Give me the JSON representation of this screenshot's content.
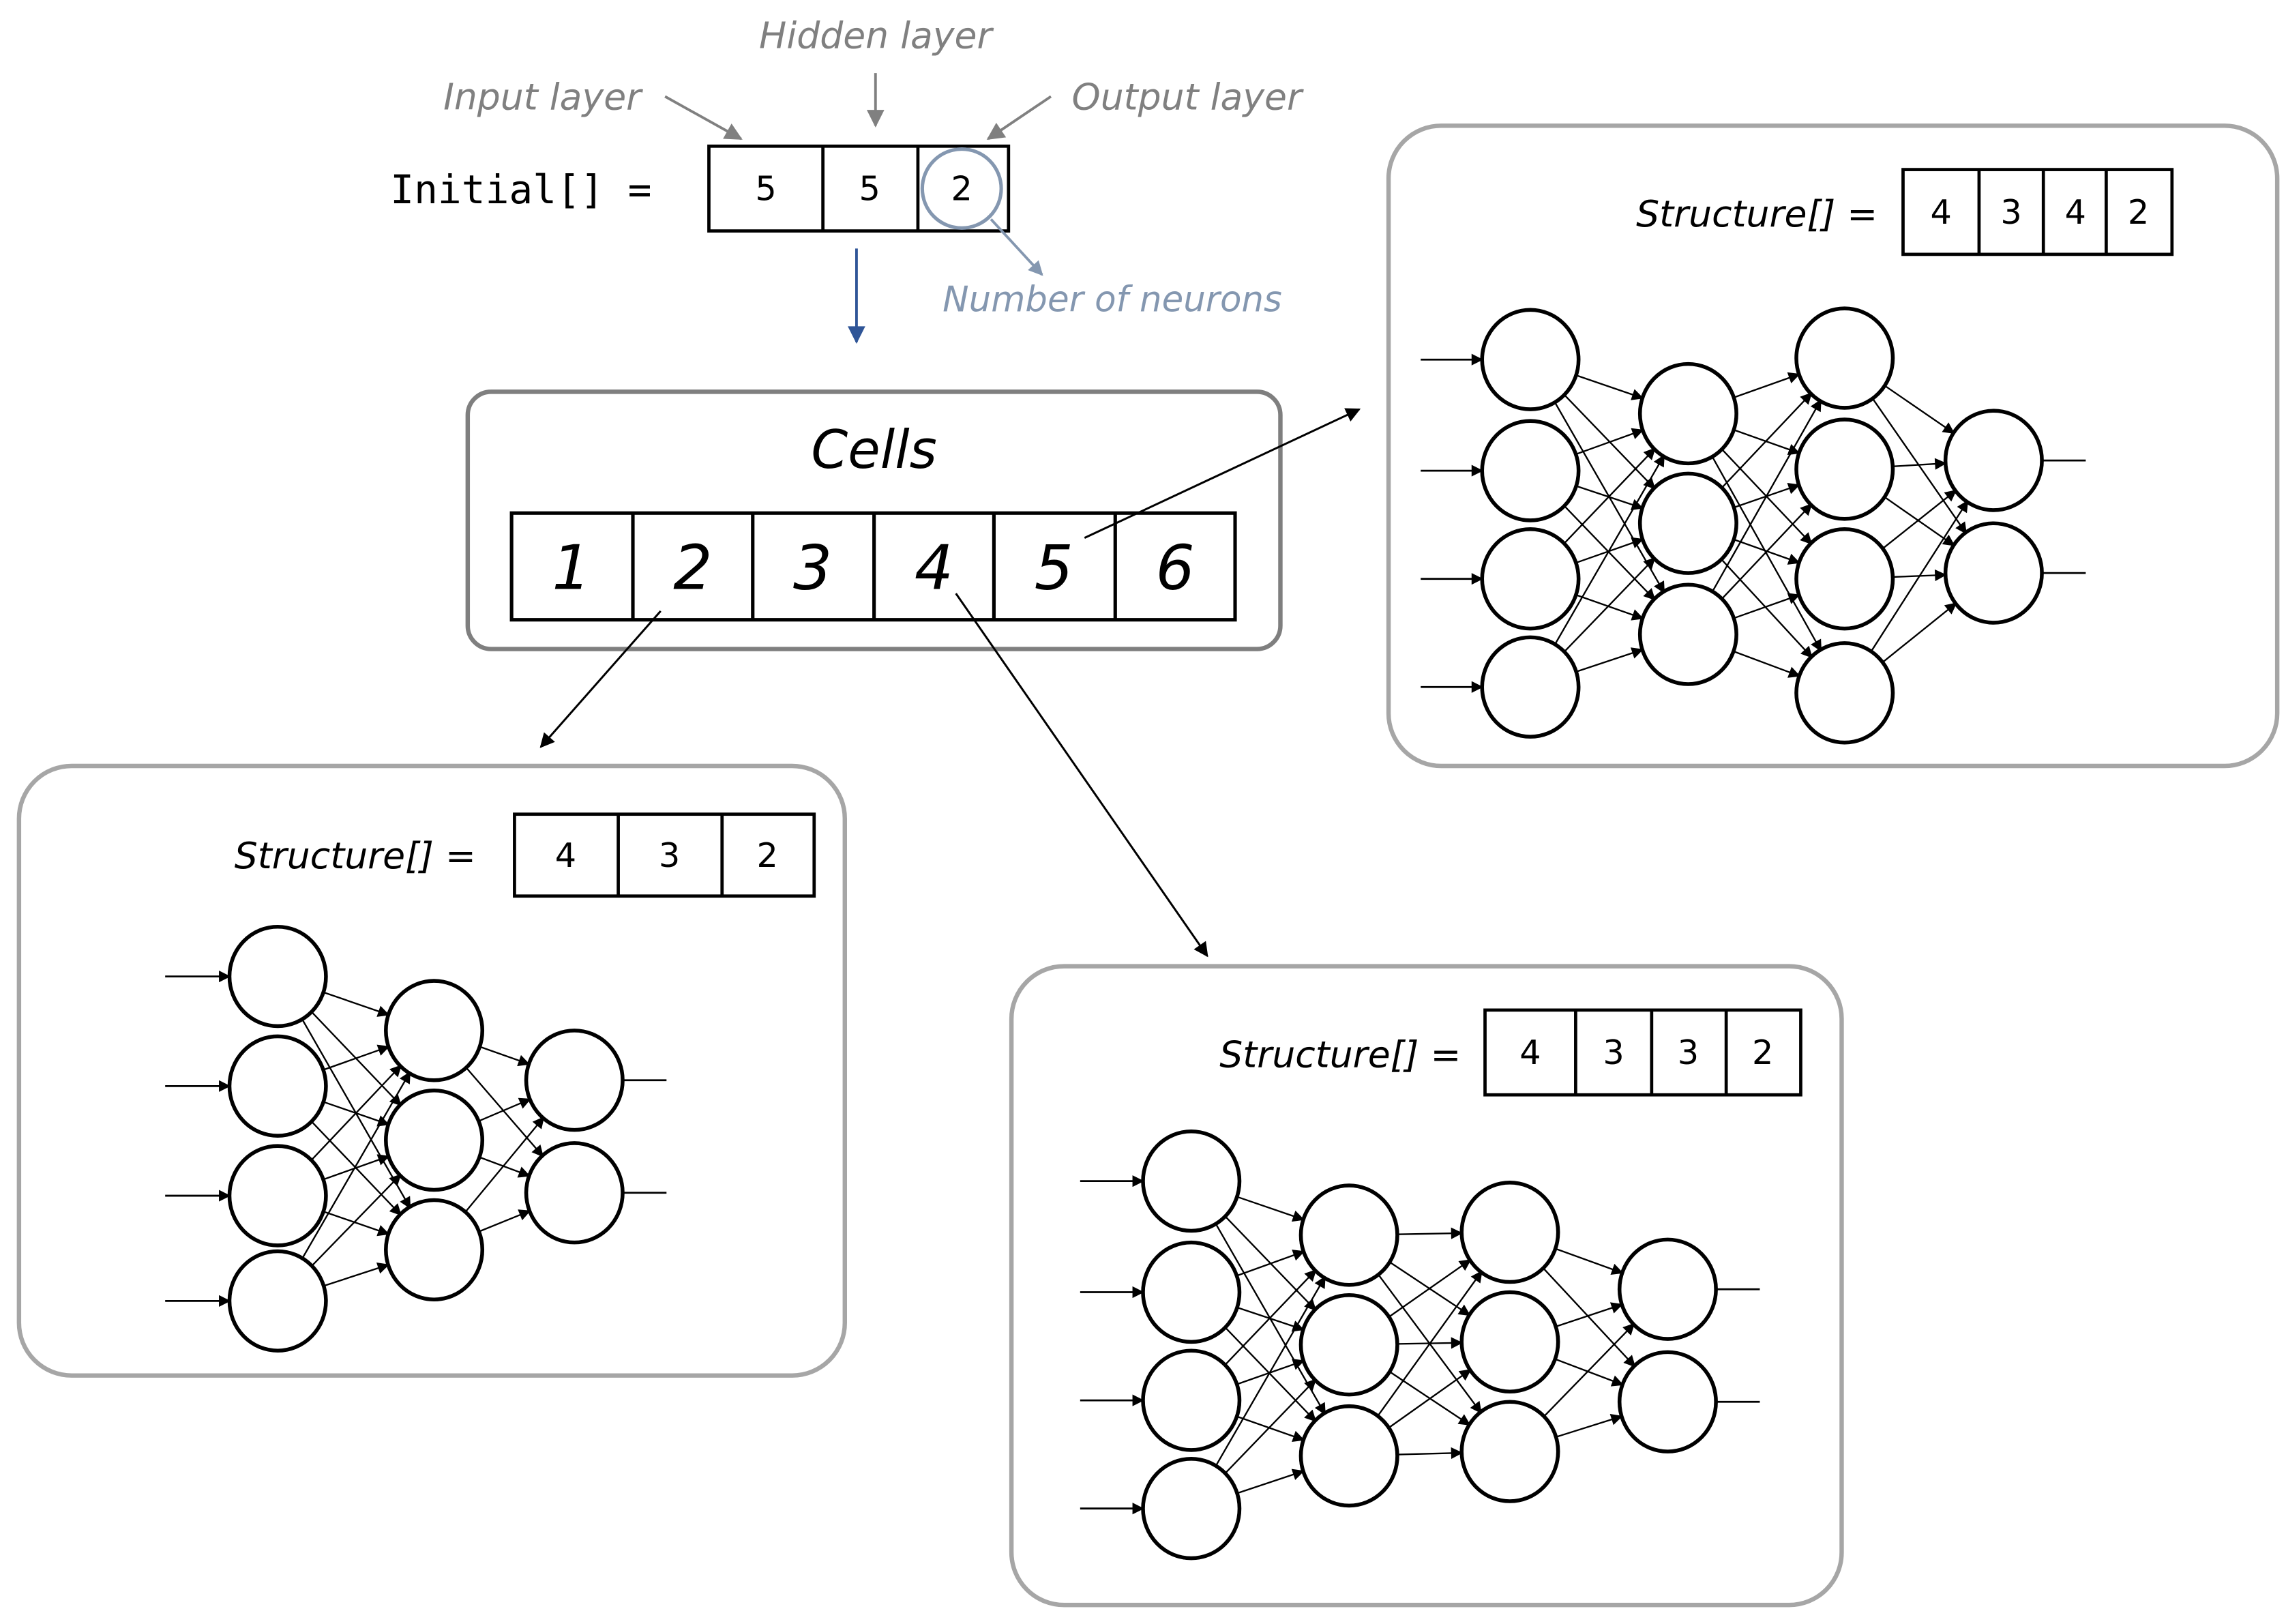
{
  "header": {
    "input_layer_label": "Input layer",
    "hidden_layer_label": "Hidden layer",
    "output_layer_label": "Output layer",
    "initial_label": "Initial[] =",
    "initial_values": [
      "5",
      "5",
      "2"
    ],
    "neurons_label": "Number of neurons"
  },
  "cells": {
    "title": "Cells",
    "items": [
      "1",
      "2",
      "3",
      "4",
      "5",
      "6"
    ]
  },
  "networks": [
    {
      "id": "cell-2",
      "structure_label": "Structure[] =",
      "structure": [
        4,
        3,
        2
      ]
    },
    {
      "id": "cell-4",
      "structure_label": "Structure[] =",
      "structure": [
        4,
        3,
        3,
        2
      ]
    },
    {
      "id": "cell-5",
      "structure_label": "Structure[] =",
      "structure": [
        4,
        3,
        4,
        2
      ]
    }
  ],
  "colors": {
    "ink": "#000000",
    "annotation_gray": "#808080",
    "neuron_annotation": "#8497B0",
    "flow_arrow": "#2F5597",
    "panel_border": "#A6A6A6",
    "cells_border": "#7F7F7F"
  }
}
